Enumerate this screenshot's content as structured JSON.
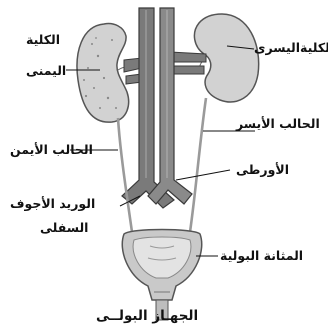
{
  "labels": {
    "right_kidney_line1": "الكلية",
    "right_kidney_line2": "اليمنى",
    "left_kidney": "الكليةاليسرى",
    "left_ureter": "الحالب الأيسر",
    "right_ureter": "الحالب الأيمن",
    "aorta": "الأورطى",
    "vena_cava_line1": "الوريد الأجوف",
    "vena_cava_line2": "السفلى",
    "bladder": "المثانة البولية",
    "caption": "الجهـاز البولــى"
  },
  "colors": {
    "kidney_fill": "#d2d2d2",
    "kidney_stroke": "#555555",
    "vessel_fill": "#7a7a7a",
    "vessel_stroke": "#3a3a3a",
    "ureter": "#9a9a9a",
    "bladder_fill": "#c9c9c9",
    "leader_line": "#111111"
  }
}
